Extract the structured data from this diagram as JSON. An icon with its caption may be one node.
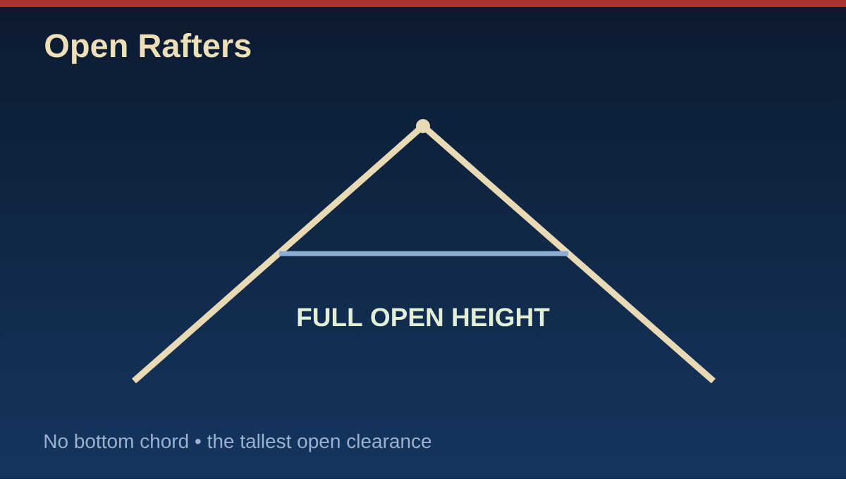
{
  "diagram": {
    "title": "Open Rafters",
    "labels": [
      "FULL OPEN HEIGHT"
    ],
    "caption": "No bottom chord • the tallest open clearance"
  }
}
